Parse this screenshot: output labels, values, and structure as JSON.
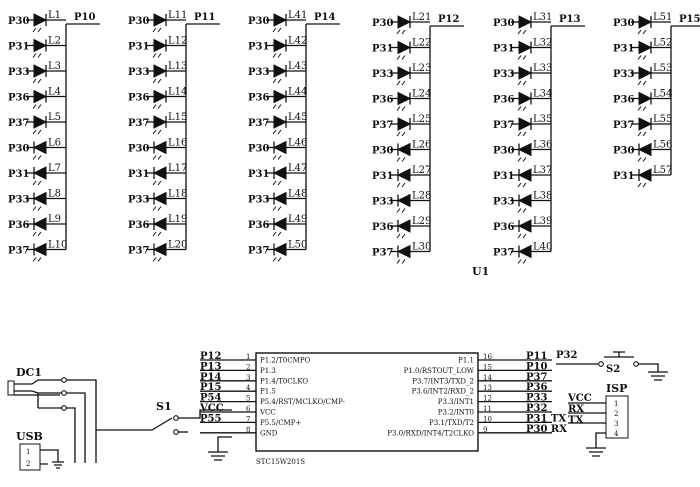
{
  "leds": {
    "columns": [
      {
        "port": "P10",
        "top": [
          [
            "P30",
            "L1"
          ],
          [
            "P31",
            "L2"
          ],
          [
            "P33",
            "L3"
          ],
          [
            "P36",
            "L4"
          ],
          [
            "P37",
            "L5"
          ]
        ],
        "bottom": [
          [
            "P30",
            "L6"
          ],
          [
            "P31",
            "L7"
          ],
          [
            "P33",
            "L8"
          ],
          [
            "P36",
            "L9"
          ],
          [
            "P37",
            "L10"
          ]
        ]
      },
      {
        "port": "P11",
        "top": [
          [
            "P30",
            "L11"
          ],
          [
            "P31",
            "L12"
          ],
          [
            "P33",
            "L13"
          ],
          [
            "P36",
            "L14"
          ],
          [
            "P37",
            "L15"
          ]
        ],
        "bottom": [
          [
            "P30",
            "L16"
          ],
          [
            "P31",
            "L17"
          ],
          [
            "P33",
            "L18"
          ],
          [
            "P36",
            "L19"
          ],
          [
            "P37",
            "L20"
          ]
        ]
      },
      {
        "port": "P14",
        "top": [
          [
            "P30",
            "L41"
          ],
          [
            "P31",
            "L42"
          ],
          [
            "P33",
            "L43"
          ],
          [
            "P36",
            "L44"
          ],
          [
            "P37",
            "L45"
          ]
        ],
        "bottom": [
          [
            "P30",
            "L46"
          ],
          [
            "P31",
            "L47"
          ],
          [
            "P33",
            "L48"
          ],
          [
            "P36",
            "L49"
          ],
          [
            "P37",
            "L50"
          ]
        ]
      },
      {
        "port": "P12",
        "top": [
          [
            "P30",
            "L21"
          ],
          [
            "P31",
            "L22"
          ],
          [
            "P33",
            "L23"
          ],
          [
            "P36",
            "L24"
          ],
          [
            "P37",
            "L25"
          ]
        ],
        "bottom": [
          [
            "P30",
            "L26"
          ],
          [
            "P31",
            "L27"
          ],
          [
            "P33",
            "L28"
          ],
          [
            "P36",
            "L29"
          ],
          [
            "P37",
            "L30"
          ]
        ]
      },
      {
        "port": "P13",
        "top": [
          [
            "P30",
            "L31"
          ],
          [
            "P31",
            "L32"
          ],
          [
            "P33",
            "L33"
          ],
          [
            "P36",
            "L34"
          ],
          [
            "P37",
            "L35"
          ]
        ],
        "bottom": [
          [
            "P30",
            "L36"
          ],
          [
            "P31",
            "L37"
          ],
          [
            "P33",
            "L38"
          ],
          [
            "P36",
            "L39"
          ],
          [
            "P37",
            "L40"
          ]
        ]
      },
      {
        "port": "P15",
        "top": [
          [
            "P30",
            "L51"
          ],
          [
            "P31",
            "L52"
          ],
          [
            "P33",
            "L53"
          ],
          [
            "P36",
            "L54"
          ],
          [
            "P37",
            "L55"
          ]
        ],
        "bottom": [
          [
            "P30",
            "L56"
          ],
          [
            "P31",
            "L57"
          ]
        ]
      }
    ]
  },
  "chip": {
    "ref": "U1",
    "part": "STC15W201S",
    "left_pins": [
      {
        "num": "1",
        "name": "P1.2/T0CMPO",
        "net": "P12"
      },
      {
        "num": "2",
        "name": "P1.3",
        "net": "P13"
      },
      {
        "num": "3",
        "name": "P1.4/T0CLKO",
        "net": "P14"
      },
      {
        "num": "4",
        "name": "P1.5",
        "net": "P15"
      },
      {
        "num": "5",
        "name": "P5.4/RST/MCLKO/CMP-",
        "net": "P54"
      },
      {
        "num": "6",
        "name": "VCC",
        "net": "VCC"
      },
      {
        "num": "7",
        "name": "P5.5/CMP+",
        "net": "P55"
      },
      {
        "num": "8",
        "name": "GND",
        "net": ""
      }
    ],
    "right_pins": [
      {
        "num": "16",
        "name": "P1.1",
        "net": "P11"
      },
      {
        "num": "15",
        "name": "P1.0/RSTOUT_LOW",
        "net": "P10"
      },
      {
        "num": "14",
        "name": "P3.7/INT3/TXD_2",
        "net": "P37"
      },
      {
        "num": "13",
        "name": "P3.6/INT2/RXD_2",
        "net": "P36"
      },
      {
        "num": "12",
        "name": "P3.3/INT1",
        "net": "P33"
      },
      {
        "num": "11",
        "name": "P3.2/INT0",
        "net": "P32"
      },
      {
        "num": "10",
        "name": "P3.1/TXD/T2",
        "net": "P31 TX"
      },
      {
        "num": "9",
        "name": "P3.0/RXD/INT4/T2CLKO",
        "net": "P30 RX"
      }
    ]
  },
  "power": {
    "dc_label": "DC1",
    "usb_label": "USB",
    "usb_pins": [
      "1",
      "2"
    ],
    "switch_label": "S1"
  },
  "button": {
    "net": "P32",
    "label": "S2"
  },
  "isp": {
    "label": "ISP",
    "nets": [
      "VCC",
      "RX",
      "TX"
    ],
    "pins": [
      "1",
      "2",
      "3",
      "4"
    ]
  }
}
